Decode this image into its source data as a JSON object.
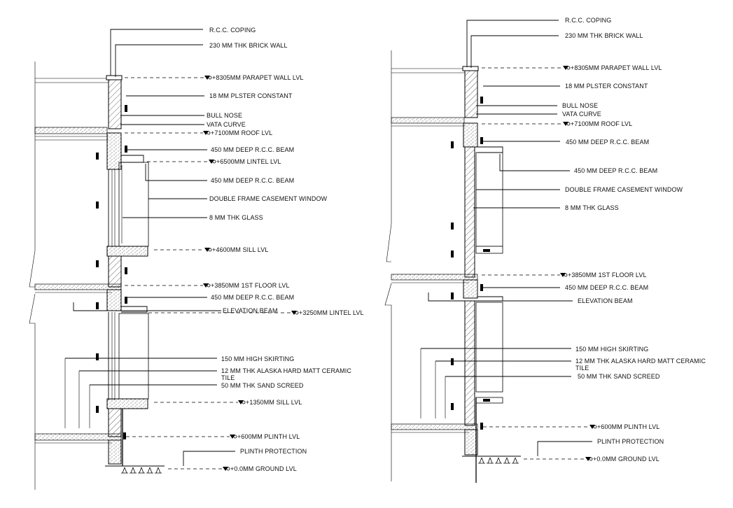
{
  "left": {
    "labels": [
      "R.C.C. COPING",
      "230 MM THK BRICK WALL",
      "+8305MM PARAPET WALL LVL",
      "18 MM PLSTER CONSTANT",
      "BULL NOSE",
      "VATA CURVE",
      "+7100MM ROOF LVL",
      "450 MM DEEP R.C.C. BEAM",
      "+6500MM LINTEL LVL",
      "450 MM DEEP R.C.C. BEAM",
      "DOUBLE FRAME CASEMENT WINDOW",
      "8 MM THK GLASS",
      "+4600MM SILL LVL",
      "+3850MM 1ST FLOOR LVL",
      "450 MM DEEP R.C.C. BEAM",
      "ELEVATION BEAM",
      "+3250MM LINTEL LVL",
      "150 MM HIGH SKIRTING",
      "12 MM THK ALASKA HARD MATT CERAMIC",
      "TILE",
      "50 MM THK SAND SCREED",
      "+1350MM SILL LVL",
      "+600MM PLINTH LVL",
      "PLINTH PROTECTION",
      "+0.0MM GROUND LVL"
    ]
  },
  "right": {
    "labels": [
      "R.C.C. COPING",
      "230 MM THK BRICK WALL",
      "+8305MM PARAPET WALL LVL",
      "18 MM PLSTER CONSTANT",
      "BULL NOSE",
      "VATA CURVE",
      "+7100MM ROOF LVL",
      "450 MM DEEP R.C.C. BEAM",
      "450 MM DEEP R.C.C. BEAM",
      "DOUBLE FRAME CASEMENT WINDOW",
      "8 MM THK GLASS",
      "+3850MM 1ST FLOOR LVL",
      "450 MM DEEP R.C.C. BEAM",
      "ELEVATION BEAM",
      "150 MM HIGH SKIRTING",
      "12 MM THK ALASKA HARD MATT CERAMIC",
      "TILE",
      "50 MM THK SAND SCREED",
      "+600MM PLINTH LVL",
      "PLINTH PROTECTION",
      "+0.0MM GROUND LVL"
    ]
  }
}
